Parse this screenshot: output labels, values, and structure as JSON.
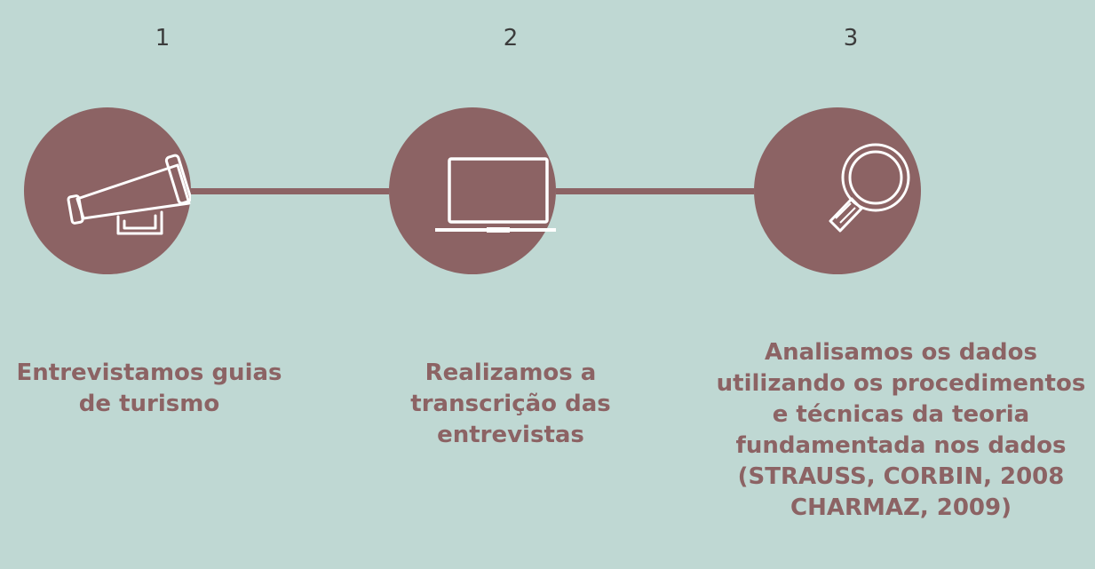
{
  "steps": [
    {
      "number": "1",
      "icon": "megaphone-icon",
      "text": "Entrevistamos guias de turismo"
    },
    {
      "number": "2",
      "icon": "laptop-icon",
      "text": "Realizamos a transcrição das entrevistas"
    },
    {
      "number": "3",
      "icon": "magnifying-glass-icon",
      "text": "Analisamos os dados utilizando os procedimentos e técnicas da teoria fundamentada nos dados (STRAUSS, CORBIN, 2008 CHARMAZ, 2009)"
    }
  ],
  "colors": {
    "background": "#bfd8d3",
    "accent": "#8c6364",
    "number": "#3c3c3c",
    "icon_stroke": "#ffffff"
  }
}
